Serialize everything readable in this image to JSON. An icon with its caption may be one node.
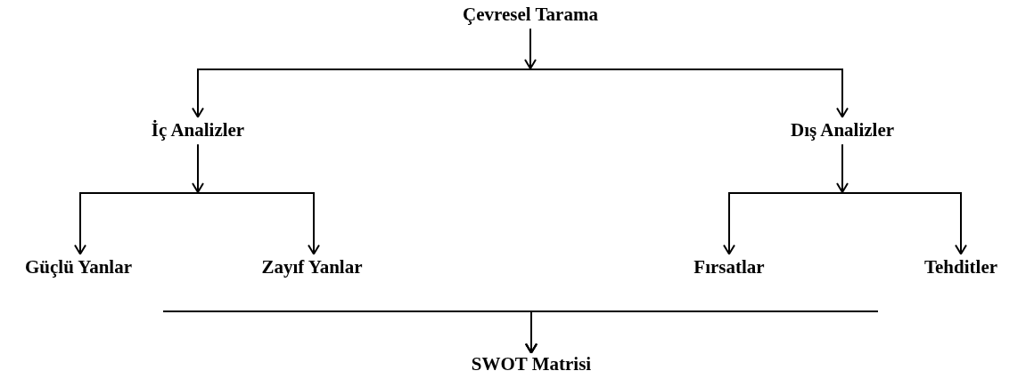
{
  "diagram": {
    "nodes": [
      {
        "text": [
          "Çevresel Tarama"
        ]
      },
      {
        "text": [
          "İç Analizler"
        ]
      },
      {
        "text": [
          "Dış Analizler"
        ]
      },
      {
        "text": [
          "Güçlü Yanlar"
        ]
      },
      {
        "text": [
          "Zayıf Yanlar"
        ]
      },
      {
        "text": [
          "Fırsatlar"
        ]
      },
      {
        "text": [
          "Tehditler"
        ]
      },
      {
        "text": [
          "SWOT Matrisi"
        ]
      }
    ],
    "edges": [
      {
        "from": 0,
        "to": 1,
        "arrow": "to"
      },
      {
        "from": 0,
        "to": 2,
        "arrow": "to"
      },
      {
        "from": 1,
        "to": 3,
        "arrow": "to"
      },
      {
        "from": 1,
        "to": 4,
        "arrow": "to"
      },
      {
        "from": 2,
        "to": 5,
        "arrow": "to"
      },
      {
        "from": 2,
        "to": 6,
        "arrow": "to"
      },
      {
        "from": 3,
        "to": 7,
        "arrow": "to"
      },
      {
        "from": 4,
        "to": 7,
        "arrow": "to"
      },
      {
        "from": 5,
        "to": 7,
        "arrow": "to"
      },
      {
        "from": 6,
        "to": 7,
        "arrow": "to"
      }
    ]
  }
}
